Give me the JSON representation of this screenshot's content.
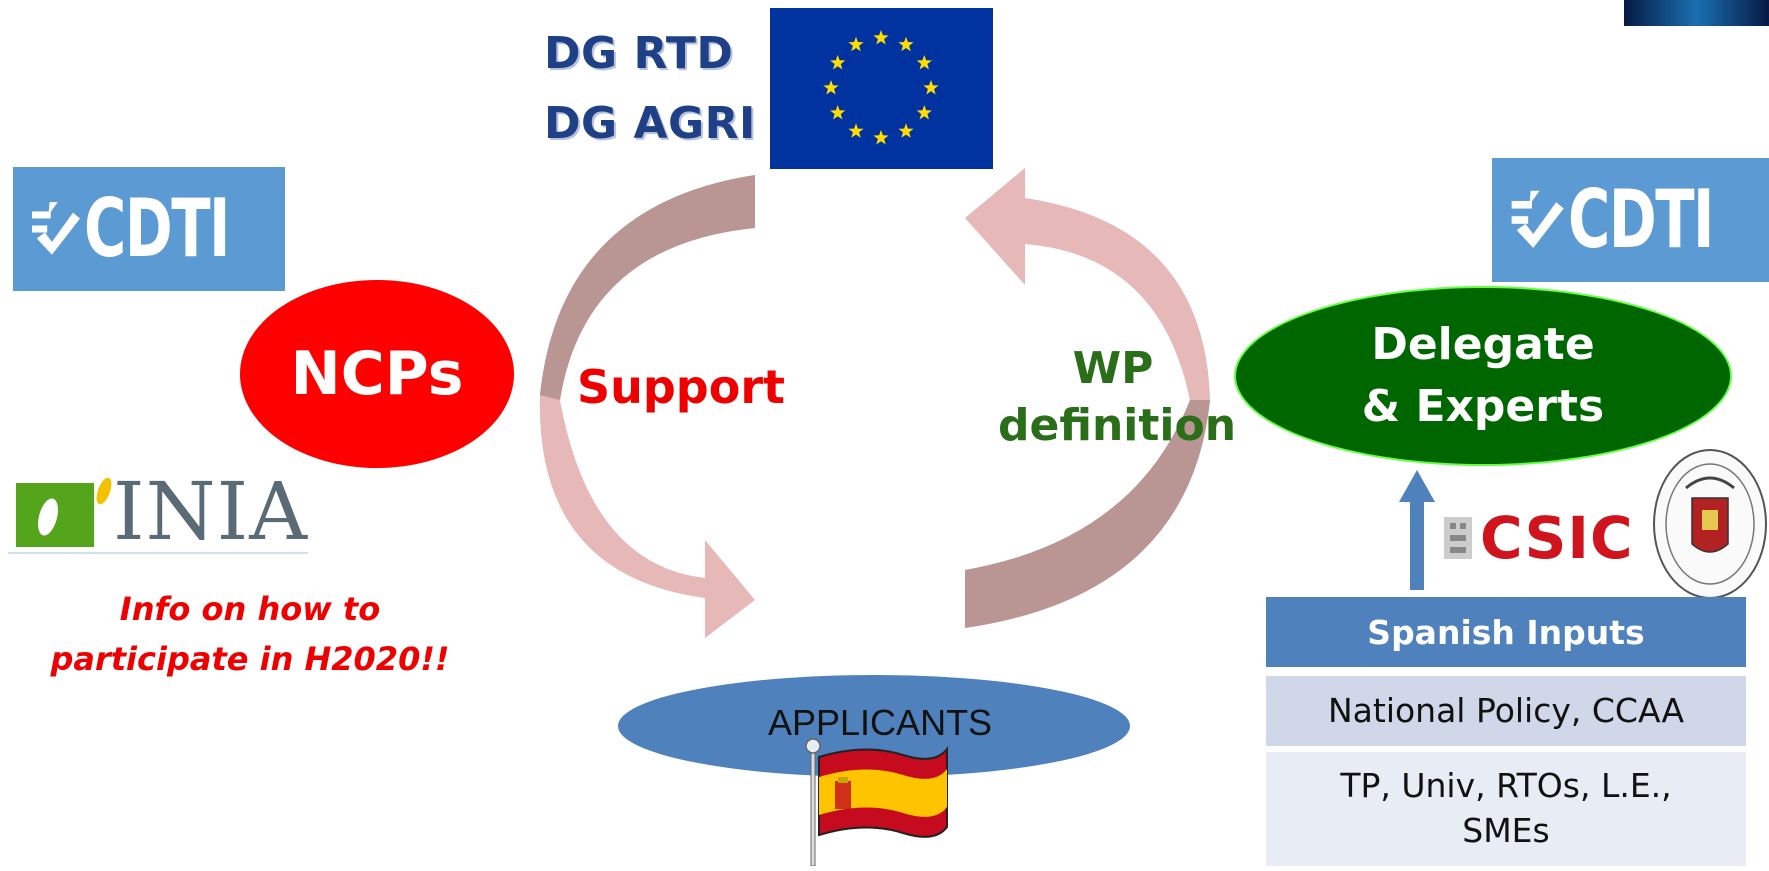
{
  "eu": {
    "dg_lines": [
      "DG RTD",
      "DG AGRI"
    ],
    "flag_icon": "eu-flag-icon",
    "colors": {
      "flag_blue": "#0033a0",
      "star_yellow": "#ffdd00",
      "dg_text": "#1f3f86"
    }
  },
  "left": {
    "cdti_logo": "CDTI",
    "ncps_label": "NCPs",
    "inia_logo": "INIA",
    "info_lines": [
      "Info on how to",
      "participate in H2020!!"
    ],
    "colors": {
      "ncps_fill": "#ff0000",
      "cdti_blue": "#5b9ad3",
      "inia_green": "#54a51c",
      "inia_yellow": "#f2c200"
    }
  },
  "cycle": {
    "support_label": "Support",
    "wp_lines": [
      "WP",
      "definition"
    ],
    "colors": {
      "left_arrow": "#e6b8b7",
      "left_arrow_dark": "#b99593",
      "support_text": "#ee0000",
      "wp_text": "#2a6e1a"
    }
  },
  "applicants": {
    "label": "APPLICANTS",
    "flag_icon": "spain-flag-icon",
    "colors": {
      "ellipse": "#4f81bd"
    }
  },
  "right": {
    "cdti_logo": "CDTI",
    "delegate_lines": [
      "Delegate",
      "& Experts"
    ],
    "csic_logo": "CSIC",
    "university_seal_icon": "university-seal-icon",
    "table": {
      "header": "Spanish Inputs",
      "rows": [
        "National Policy, CCAA",
        "TP, Univ, RTOs, L.E., SMEs"
      ]
    },
    "colors": {
      "delegate_fill": "#006600",
      "delegate_border": "#66ff44",
      "csic_red": "#d0141e",
      "table_header": "#4f81bd"
    }
  }
}
